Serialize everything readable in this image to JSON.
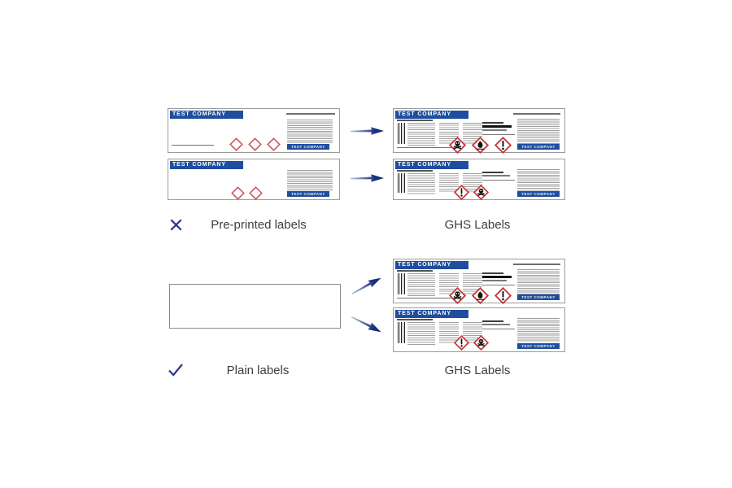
{
  "company": "TEST COMPANY",
  "colors": {
    "header_blue": "#1f4e9e",
    "arrow_navy": "#14307c",
    "arrow_tail": "#b9c3dd",
    "mark_navy": "#2c3a87",
    "pictogram_red": "#c23a3f"
  },
  "sections": [
    {
      "mark_icon": "x-icon",
      "left_caption": "Pre-printed labels",
      "right_caption": "GHS Labels"
    },
    {
      "mark_icon": "check-icon",
      "left_caption": "Plain labels",
      "right_caption": "GHS Labels"
    }
  ],
  "labels": {
    "preprinted": [
      {
        "empty_diamond_outlines": 3
      },
      {
        "empty_diamond_outlines": 2
      }
    ],
    "ghs_pictogram_sets": [
      [
        "skull-crossbones",
        "flame",
        "exclamation-mark"
      ],
      [
        "exclamation-mark",
        "skull-crossbones"
      ]
    ]
  }
}
